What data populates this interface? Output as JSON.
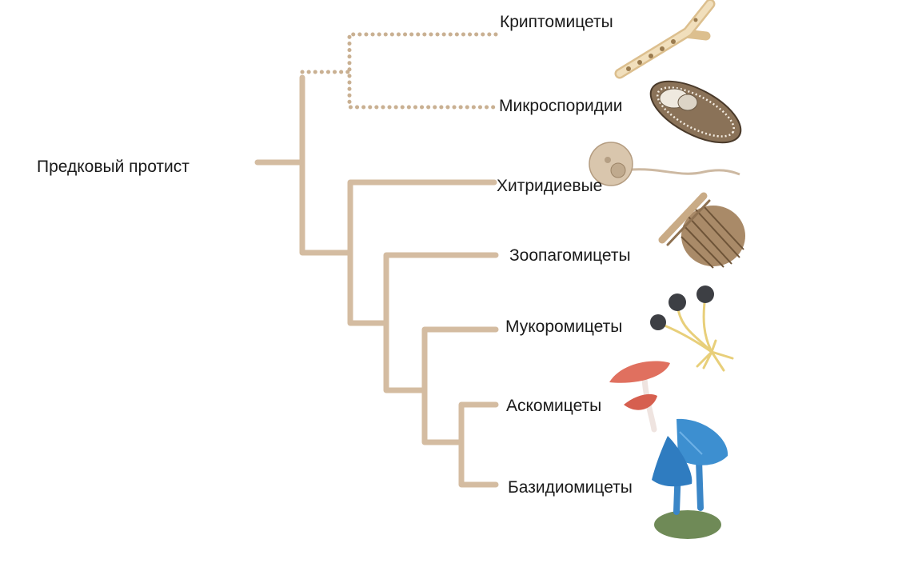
{
  "diagram": {
    "root": "Предковый протист",
    "taxa": {
      "cryptomycota": "Криптомицеты",
      "microsporidia": "Микроспоридии",
      "chytrids": "Хитридиевые",
      "zoopagomycota": "Зоопагомицеты",
      "mucoromycota": "Мукоромицеты",
      "ascomycota": "Аскомицеты",
      "basidiomycota": "Базидиомицеты"
    },
    "colors": {
      "branch": "#d4bca1",
      "dotted_branch": "#c9b092",
      "ascomycete_cap": "#e0705f",
      "basidiomycete_cap": "#3d8fd0",
      "moss": "#6f8a57"
    },
    "icons": [
      "cryptomycete-hyphae-icon",
      "microsporidium-spore-icon",
      "chytrid-zoospore-icon",
      "zoopagomycete-icon",
      "mucor-sporangia-icon",
      "ascomycete-cup-icon",
      "basidiomycete-mushroom-icon"
    ]
  }
}
